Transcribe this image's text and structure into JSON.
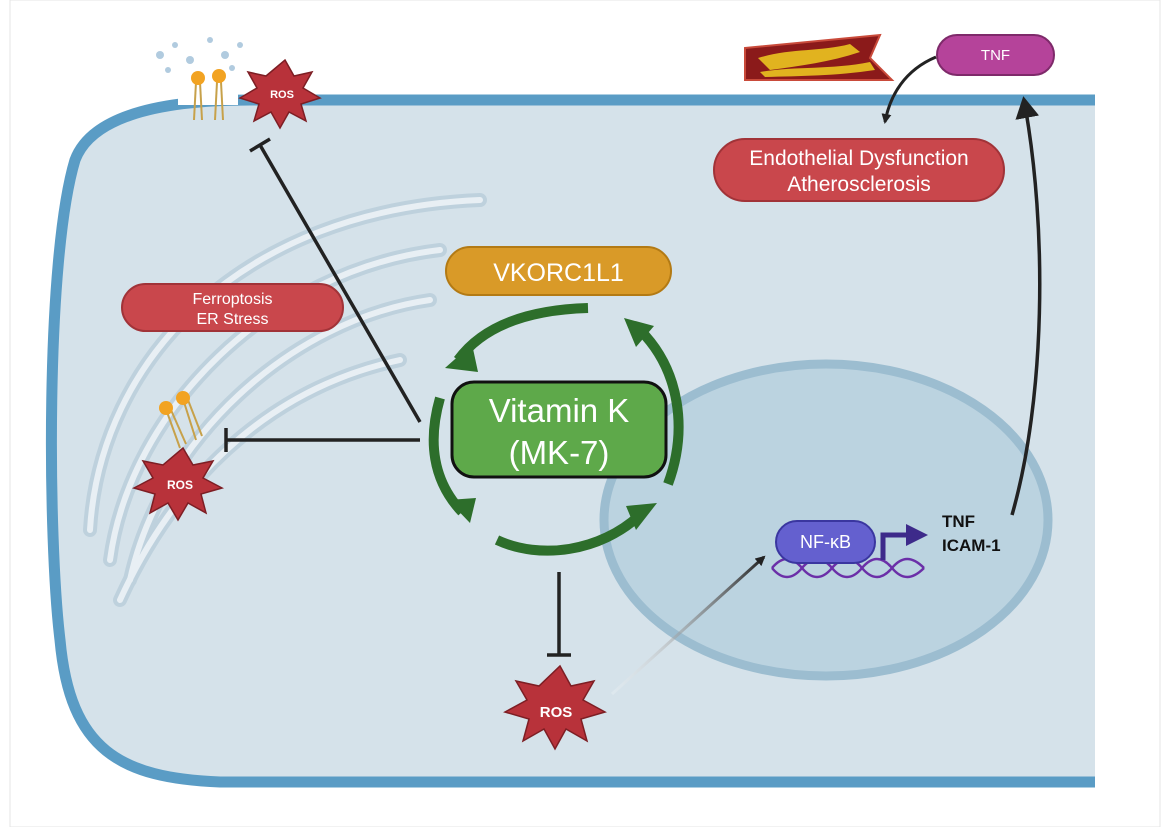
{
  "labels": {
    "tnf_top": "TNF",
    "endothelial_line1": "Endothelial Dysfunction",
    "endothelial_line2": "Atherosclerosis",
    "vkorc1l1": "VKORC1L1",
    "ferroptosis_line1": "Ferroptosis",
    "ferroptosis_line2": "ER Stress",
    "vitamin_line1": "Vitamin K",
    "vitamin_line2": "(MK-7)",
    "nfkb": "NF-κB",
    "tnf_gene": "TNF",
    "icam_gene": "ICAM-1",
    "ros_membrane": "ROS",
    "ros_er": "ROS",
    "ros_cytosol": "ROS"
  },
  "colors": {
    "cell_fill": "#d5e2ea",
    "membrane": "#5a9cc5",
    "nucleus_fill": "#bbd3e0",
    "nucleus_border": "#9cbdd0",
    "red_box": "#c9474c",
    "red_box_border": "#a13338",
    "vkor_box": "#d99a28",
    "vkor_box_border": "#b37a14",
    "vitamin_box": "#5ea94a",
    "cycle_arrow": "#2d6e2b",
    "tnf_box": "#b5439a",
    "nfkb_box": "#6460cf",
    "dna": "#6b2fa8",
    "ros_star": "#b8323a",
    "arrow": "#222222"
  },
  "icons": {
    "lipid": "lipid-bilayer-icon",
    "artery": "artery-plaque-icon",
    "dna": "dna-helix-icon"
  }
}
